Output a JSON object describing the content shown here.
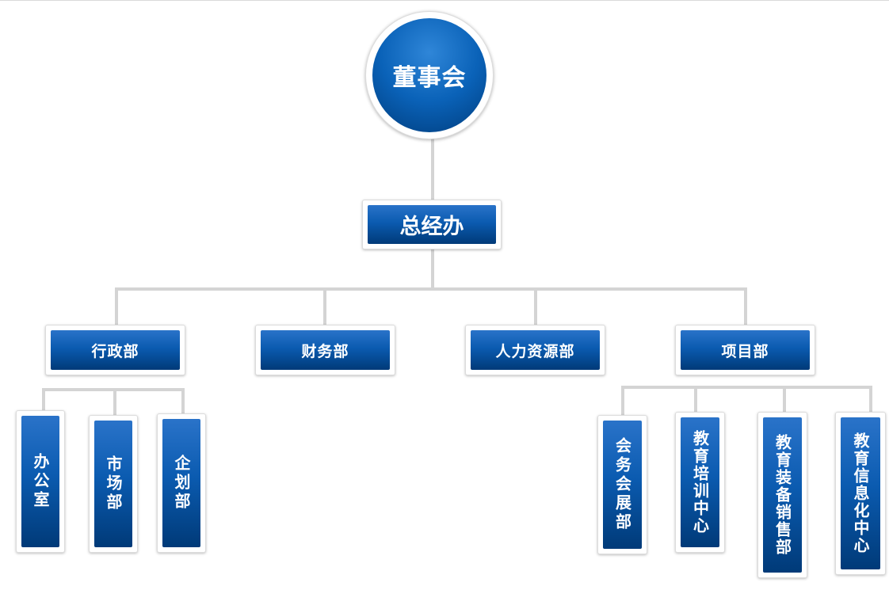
{
  "board": {
    "label": "董事会"
  },
  "gm_office": {
    "label": "总经办"
  },
  "departments": [
    {
      "label": "行政部"
    },
    {
      "label": "财务部"
    },
    {
      "label": "人力资源部"
    },
    {
      "label": "项目部"
    }
  ],
  "admin_subunits": [
    {
      "label": "办公室"
    },
    {
      "label": "市场部"
    },
    {
      "label": "企划部"
    }
  ],
  "project_subunits": [
    {
      "label": "会务会展部"
    },
    {
      "label": "教育培训中心"
    },
    {
      "label": "教育装备销售部"
    },
    {
      "label": "教育信息化中心"
    }
  ],
  "colors": {
    "box_top": "#2a73c9",
    "box_bottom": "#003a78",
    "connector": "#d4d4d4"
  }
}
